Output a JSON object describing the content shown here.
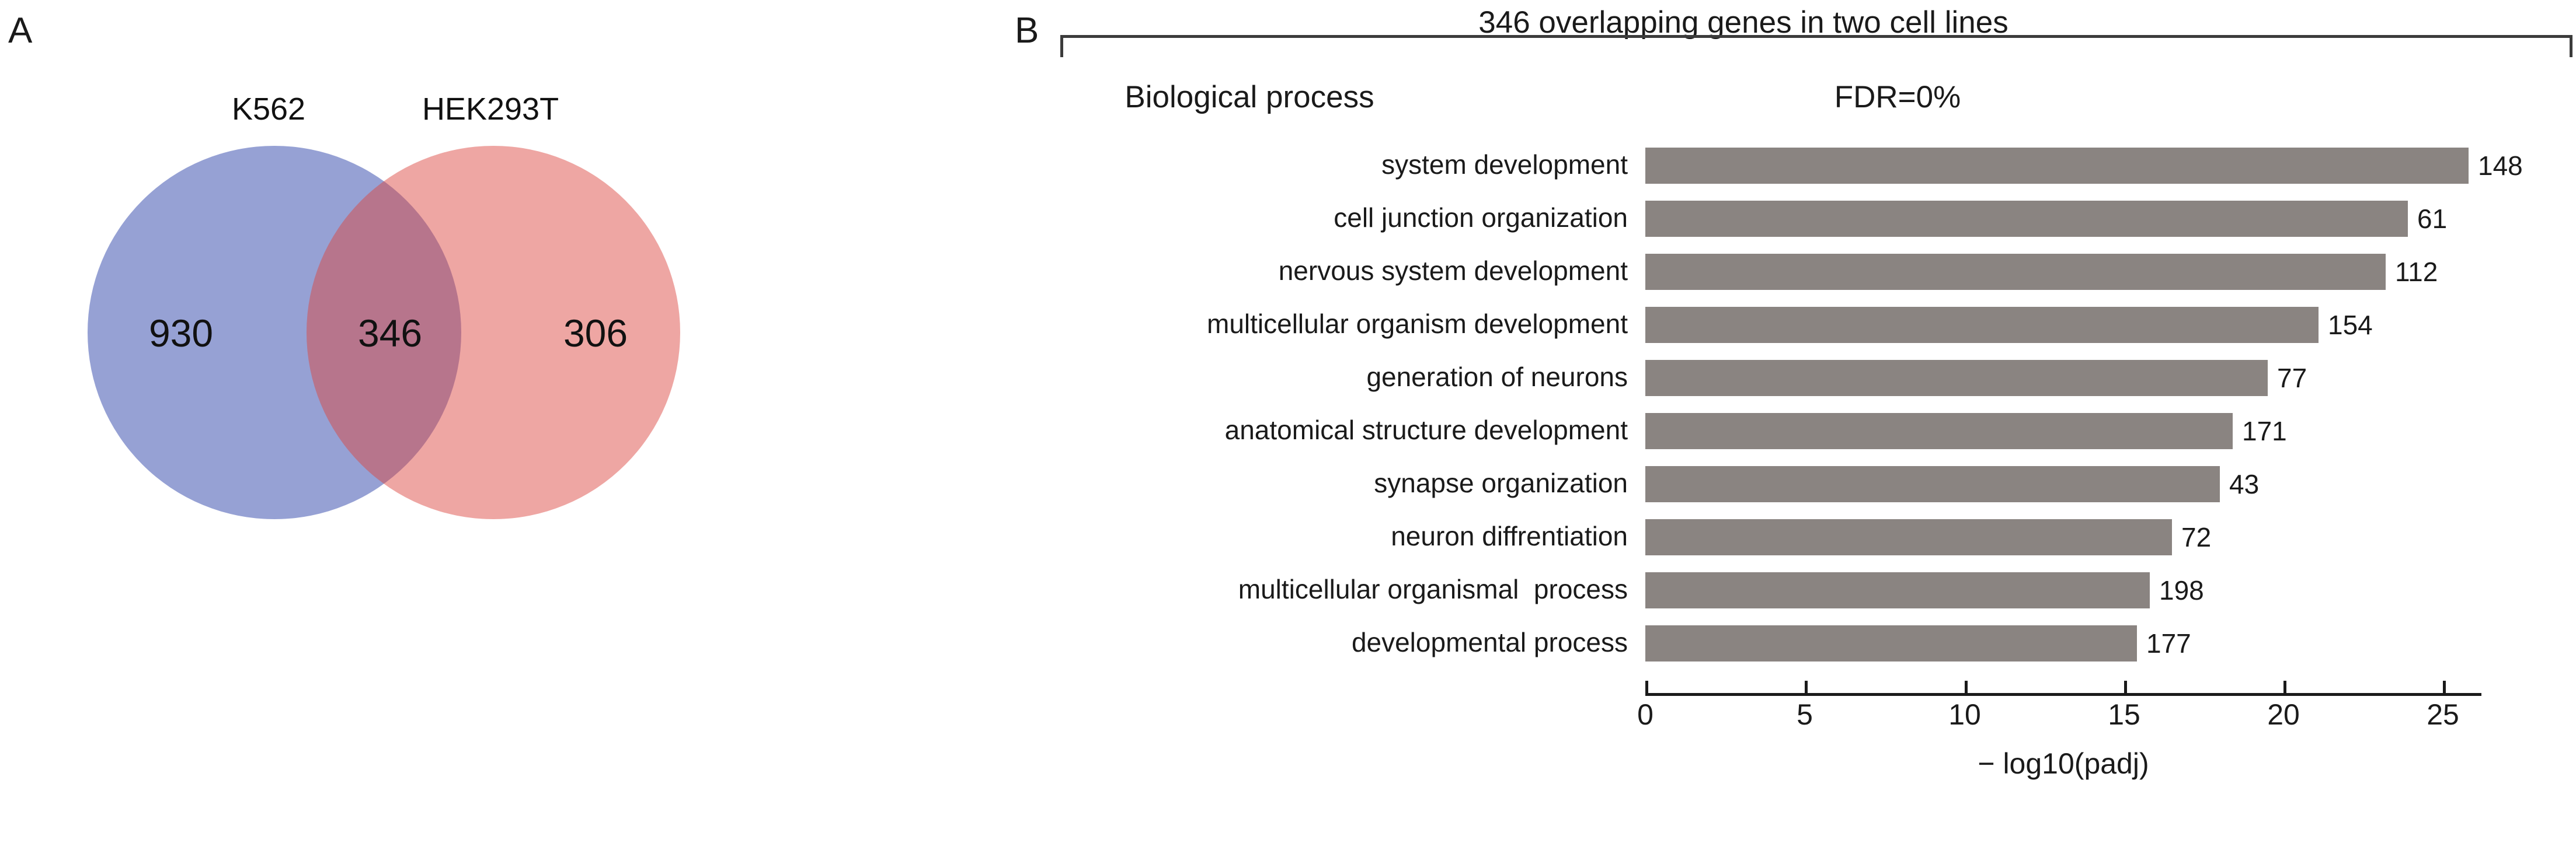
{
  "panels": {
    "a": {
      "letter": "A"
    },
    "b": {
      "letter": "B"
    }
  },
  "venn": {
    "left_label": "K562",
    "right_label": "HEK293T",
    "left_only": "930",
    "intersection": "346",
    "right_only": "306",
    "left_color": "#5568ba",
    "right_color": "#db453f"
  },
  "chart_header": {
    "title": "346 overlapping genes in two cell lines",
    "column_category": "Biological process",
    "column_metric": "FDR=0%"
  },
  "chart_data": {
    "type": "bar",
    "orientation": "horizontal",
    "title": "346 overlapping genes in two cell lines",
    "xlabel": "− log10(padj)",
    "ylabel": "Biological process",
    "xlim": [
      0,
      26.2
    ],
    "xticks": [
      0,
      5,
      10,
      15,
      20,
      25
    ],
    "xtick_labels": [
      "0",
      "5",
      "10",
      "15",
      "20",
      "25"
    ],
    "grid": false,
    "legend": null,
    "bar_color": "#8a8481",
    "annotation": "FDR=0%",
    "categories": [
      "system development",
      "cell junction organization",
      "nervous system development",
      "multicellular organism development",
      "generation of neurons",
      "anatomical structure development",
      "synapse organization",
      "neuron diffrentiation",
      "multicellular organismal  process",
      "developmental process"
    ],
    "values": [
      25.8,
      23.9,
      23.2,
      21.1,
      19.5,
      18.4,
      18.0,
      16.5,
      15.8,
      15.4
    ],
    "point_labels": [
      "148",
      "61",
      "112",
      "154",
      "77",
      "171",
      "43",
      "72",
      "198",
      "177"
    ]
  }
}
